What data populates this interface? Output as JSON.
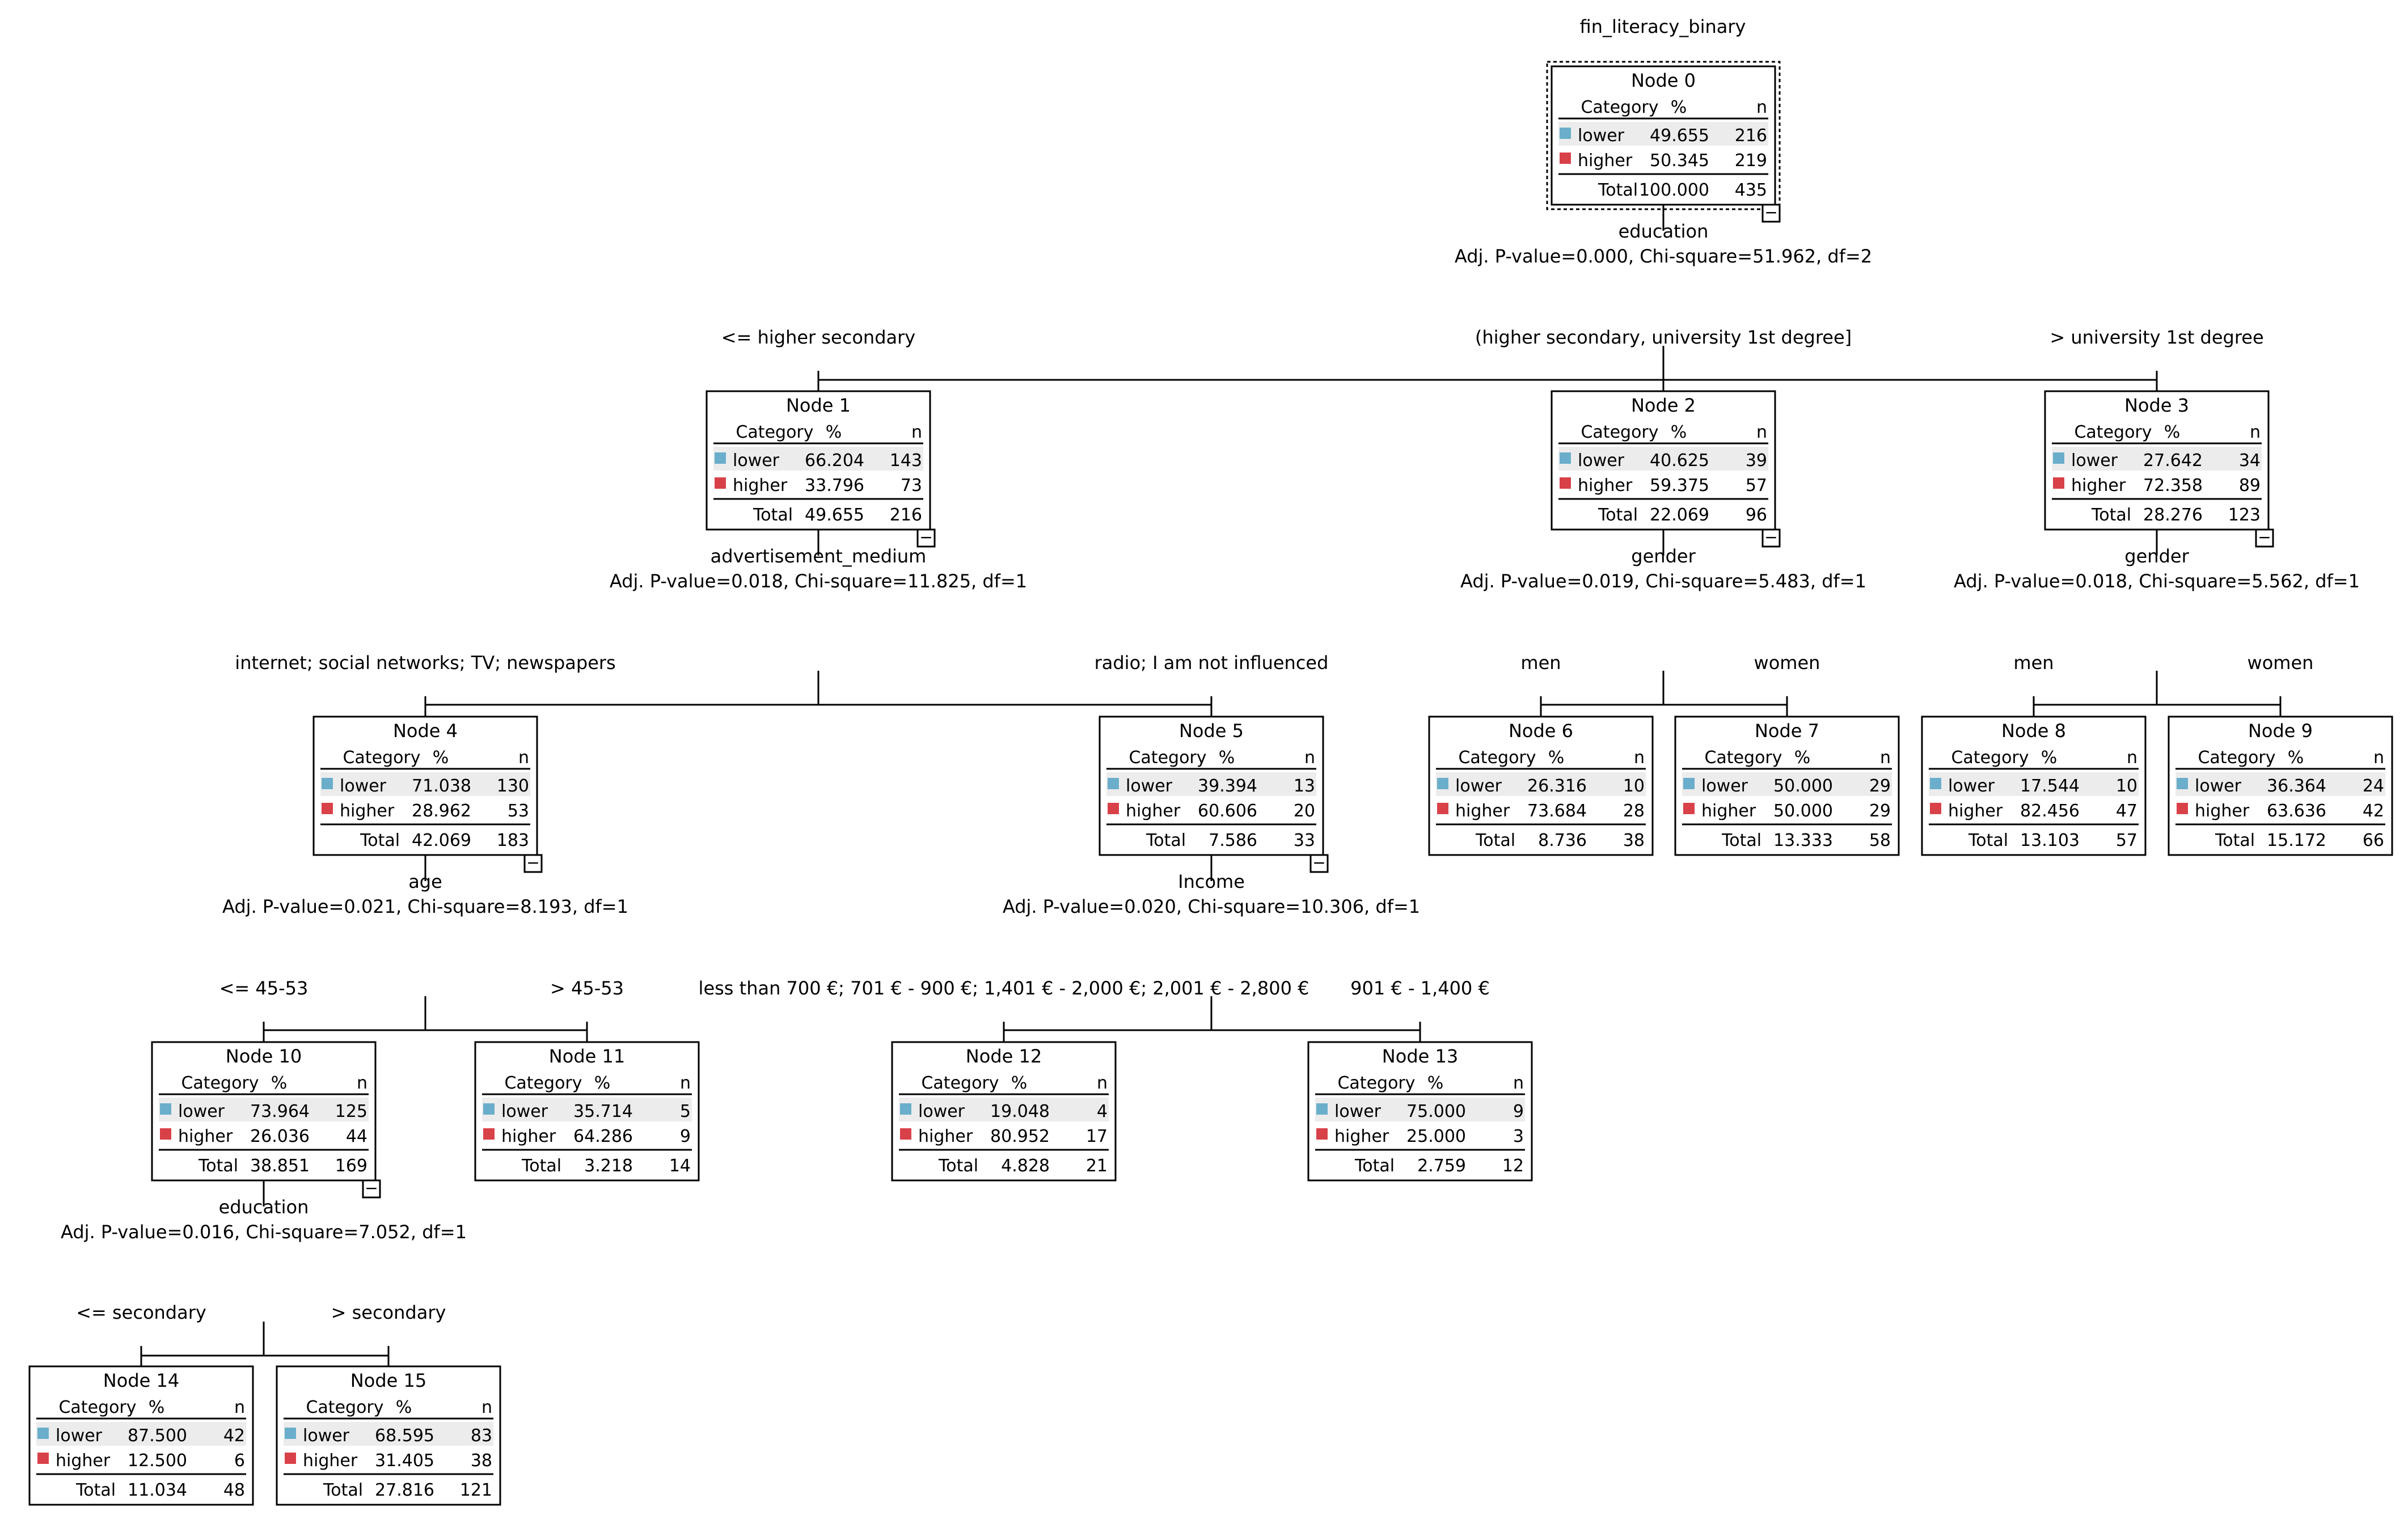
{
  "target": "fin_literacy_binary",
  "headers": {
    "category": "Category",
    "percent": "%",
    "n": "n"
  },
  "colors": {
    "lower": "#6aaecb",
    "higher": "#d94149",
    "band": "#ececec"
  },
  "toggle_glyph": "−",
  "nodes": [
    {
      "id": 0,
      "title": "Node 0",
      "rows": [
        [
          "lower",
          "49.655",
          "216"
        ],
        [
          "higher",
          "50.345",
          "219"
        ]
      ],
      "total": [
        "Total",
        "100.000",
        "435"
      ],
      "selected": true,
      "expandable": true
    },
    {
      "id": 1,
      "title": "Node 1",
      "rows": [
        [
          "lower",
          "66.204",
          "143"
        ],
        [
          "higher",
          "33.796",
          "73"
        ]
      ],
      "total": [
        "Total",
        "49.655",
        "216"
      ],
      "expandable": true
    },
    {
      "id": 2,
      "title": "Node 2",
      "rows": [
        [
          "lower",
          "40.625",
          "39"
        ],
        [
          "higher",
          "59.375",
          "57"
        ]
      ],
      "total": [
        "Total",
        "22.069",
        "96"
      ],
      "expandable": true
    },
    {
      "id": 3,
      "title": "Node 3",
      "rows": [
        [
          "lower",
          "27.642",
          "34"
        ],
        [
          "higher",
          "72.358",
          "89"
        ]
      ],
      "total": [
        "Total",
        "28.276",
        "123"
      ],
      "expandable": true
    },
    {
      "id": 4,
      "title": "Node 4",
      "rows": [
        [
          "lower",
          "71.038",
          "130"
        ],
        [
          "higher",
          "28.962",
          "53"
        ]
      ],
      "total": [
        "Total",
        "42.069",
        "183"
      ],
      "expandable": true
    },
    {
      "id": 5,
      "title": "Node 5",
      "rows": [
        [
          "lower",
          "39.394",
          "13"
        ],
        [
          "higher",
          "60.606",
          "20"
        ]
      ],
      "total": [
        "Total",
        "7.586",
        "33"
      ],
      "expandable": true
    },
    {
      "id": 6,
      "title": "Node 6",
      "rows": [
        [
          "lower",
          "26.316",
          "10"
        ],
        [
          "higher",
          "73.684",
          "28"
        ]
      ],
      "total": [
        "Total",
        "8.736",
        "38"
      ]
    },
    {
      "id": 7,
      "title": "Node 7",
      "rows": [
        [
          "lower",
          "50.000",
          "29"
        ],
        [
          "higher",
          "50.000",
          "29"
        ]
      ],
      "total": [
        "Total",
        "13.333",
        "58"
      ]
    },
    {
      "id": 8,
      "title": "Node 8",
      "rows": [
        [
          "lower",
          "17.544",
          "10"
        ],
        [
          "higher",
          "82.456",
          "47"
        ]
      ],
      "total": [
        "Total",
        "13.103",
        "57"
      ]
    },
    {
      "id": 9,
      "title": "Node 9",
      "rows": [
        [
          "lower",
          "36.364",
          "24"
        ],
        [
          "higher",
          "63.636",
          "42"
        ]
      ],
      "total": [
        "Total",
        "15.172",
        "66"
      ]
    },
    {
      "id": 10,
      "title": "Node 10",
      "rows": [
        [
          "lower",
          "73.964",
          "125"
        ],
        [
          "higher",
          "26.036",
          "44"
        ]
      ],
      "total": [
        "Total",
        "38.851",
        "169"
      ],
      "expandable": true
    },
    {
      "id": 11,
      "title": "Node 11",
      "rows": [
        [
          "lower",
          "35.714",
          "5"
        ],
        [
          "higher",
          "64.286",
          "9"
        ]
      ],
      "total": [
        "Total",
        "3.218",
        "14"
      ]
    },
    {
      "id": 12,
      "title": "Node 12",
      "rows": [
        [
          "lower",
          "19.048",
          "4"
        ],
        [
          "higher",
          "80.952",
          "17"
        ]
      ],
      "total": [
        "Total",
        "4.828",
        "21"
      ]
    },
    {
      "id": 13,
      "title": "Node 13",
      "rows": [
        [
          "lower",
          "75.000",
          "9"
        ],
        [
          "higher",
          "25.000",
          "3"
        ]
      ],
      "total": [
        "Total",
        "2.759",
        "12"
      ]
    },
    {
      "id": 14,
      "title": "Node 14",
      "rows": [
        [
          "lower",
          "87.500",
          "42"
        ],
        [
          "higher",
          "12.500",
          "6"
        ]
      ],
      "total": [
        "Total",
        "11.034",
        "48"
      ]
    },
    {
      "id": 15,
      "title": "Node 15",
      "rows": [
        [
          "lower",
          "68.595",
          "83"
        ],
        [
          "higher",
          "31.405",
          "38"
        ]
      ],
      "total": [
        "Total",
        "27.816",
        "121"
      ]
    }
  ],
  "splits": [
    {
      "parent": 0,
      "variable": "education",
      "stats": "Adj. P-value=0.000, Chi-square=51.962, df=2",
      "branches": [
        {
          "child": 1,
          "label": "<= higher secondary"
        },
        {
          "child": 2,
          "label": "(higher secondary, university 1st degree]"
        },
        {
          "child": 3,
          "label": "> university 1st degree"
        }
      ]
    },
    {
      "parent": 1,
      "variable": "advertisement_medium",
      "stats": "Adj. P-value=0.018, Chi-square=11.825, df=1",
      "branches": [
        {
          "child": 4,
          "label": "internet; social networks; TV; newspapers"
        },
        {
          "child": 5,
          "label": "radio; I am not influenced"
        }
      ]
    },
    {
      "parent": 2,
      "variable": "gender",
      "stats": "Adj. P-value=0.019, Chi-square=5.483, df=1",
      "branches": [
        {
          "child": 6,
          "label": "men"
        },
        {
          "child": 7,
          "label": "women"
        }
      ]
    },
    {
      "parent": 3,
      "variable": "gender",
      "stats": "Adj. P-value=0.018, Chi-square=5.562, df=1",
      "branches": [
        {
          "child": 8,
          "label": "men"
        },
        {
          "child": 9,
          "label": "women"
        }
      ]
    },
    {
      "parent": 4,
      "variable": "age",
      "stats": "Adj. P-value=0.021, Chi-square=8.193, df=1",
      "branches": [
        {
          "child": 10,
          "label": "<= 45-53"
        },
        {
          "child": 11,
          "label": "> 45-53"
        }
      ]
    },
    {
      "parent": 5,
      "variable": "Income",
      "stats": "Adj. P-value=0.020, Chi-square=10.306, df=1",
      "branches": [
        {
          "child": 12,
          "label": "less than 700 €; 701 € - 900 €; 1,401 € - 2,000 €; 2,001 € - 2,800 €"
        },
        {
          "child": 13,
          "label": "901 € - 1,400 €"
        }
      ]
    },
    {
      "parent": 10,
      "variable": "education",
      "stats": "Adj. P-value=0.016, Chi-square=7.052, df=1",
      "branches": [
        {
          "child": 14,
          "label": "<= secondary"
        },
        {
          "child": 15,
          "label": "> secondary"
        }
      ]
    }
  ]
}
